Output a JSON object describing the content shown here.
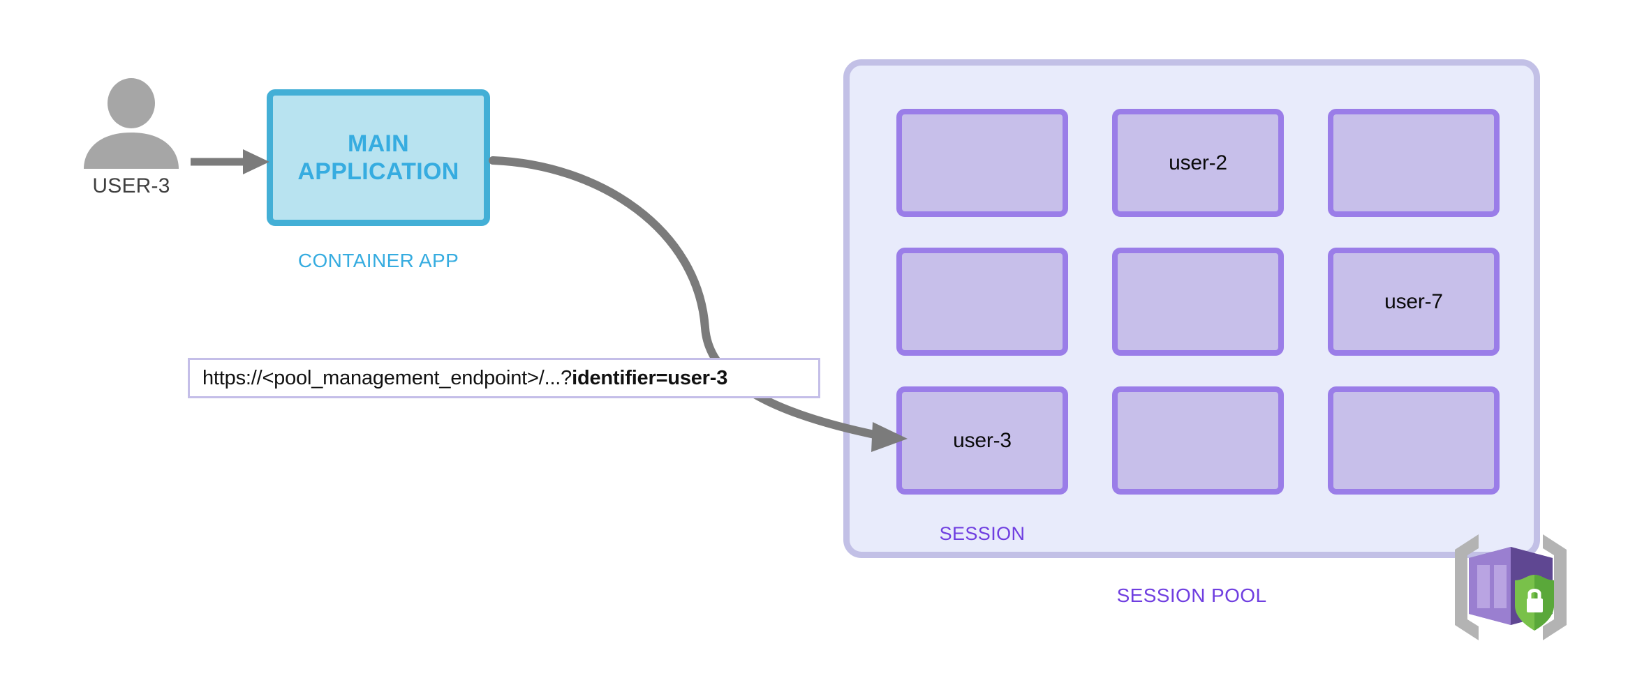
{
  "diagram": {
    "title": "Azure Container Apps dynamic sessions — session pool identifier routing",
    "colors": {
      "accent_cyan": "#36ace0",
      "app_fill": "#b8e3f0",
      "app_border": "#43afd6",
      "pool_fill": "#e8ebfb",
      "pool_border": "#c2c0e6",
      "session_fill": "#c7bfea",
      "session_border": "#9a7de8",
      "session_text": "#6f3ee0",
      "arrow_gray": "#7b7b7b",
      "actor_gray": "#a6a6a6",
      "callout_border": "#c4bee8",
      "shield_green": "#6cbb45",
      "container_purple": "#6b4fa0"
    },
    "actor": {
      "icon": "user-person-icon",
      "label": "USER-3"
    },
    "main_application": {
      "line1": "MAIN",
      "line2": "APPLICATION",
      "caption": "CONTAINER APP"
    },
    "url_callout": {
      "prefix": "https://<pool_management_endpoint>/...?",
      "bold_part": "identifier=user-3",
      "full": "https://<pool_management_endpoint>/...?identifier=user-3"
    },
    "session_pool": {
      "caption": "SESSION POOL",
      "session_caption": "SESSION",
      "rows": 3,
      "cols": 3,
      "cells": [
        {
          "label": "",
          "occupied": false
        },
        {
          "label": "user-2",
          "occupied": true
        },
        {
          "label": "",
          "occupied": false
        },
        {
          "label": "",
          "occupied": false
        },
        {
          "label": "",
          "occupied": false
        },
        {
          "label": "user-7",
          "occupied": true
        },
        {
          "label": "user-3",
          "occupied": true
        },
        {
          "label": "",
          "occupied": false
        },
        {
          "label": "",
          "occupied": false
        }
      ]
    },
    "arrows": [
      {
        "name": "user-to-app-arrow",
        "from": "USER-3",
        "to": "MAIN APPLICATION",
        "style": "straight"
      },
      {
        "name": "app-to-session-arrow",
        "from": "MAIN APPLICATION",
        "to": "user-3 session",
        "style": "curved"
      }
    ],
    "azure_icon": {
      "name": "azure-container-apps-dynamic-sessions-icon",
      "parts": [
        "container-box",
        "security-shield-lock",
        "corner-brackets"
      ]
    }
  }
}
